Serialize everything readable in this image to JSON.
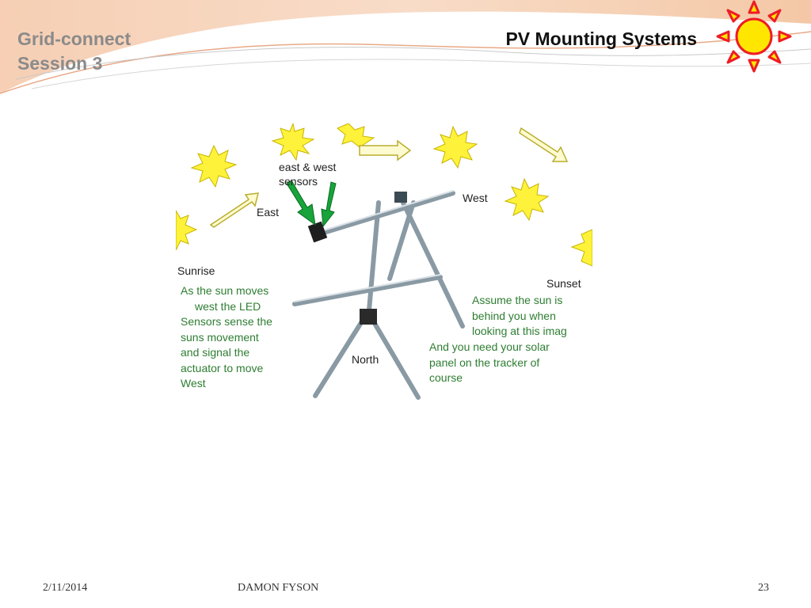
{
  "header": {
    "brand_line1": "Grid-connect",
    "brand_line2": "Session 3",
    "title": "PV Mounting Systems"
  },
  "figure": {
    "labels": {
      "sensors_line1": "east & west",
      "sensors_line2": "sensors",
      "east": "East",
      "west": "West",
      "sunrise": "Sunrise",
      "sunset": "Sunset",
      "north": "North"
    },
    "note_left": [
      "As the sun moves",
      "west  the LED",
      "Sensors sense the",
      "suns movement",
      "and signal the",
      "actuator to move",
      "West"
    ],
    "note_right_a": [
      "Assume the sun is",
      "behind you when",
      "looking at this imag"
    ],
    "note_right_b": [
      "And you need your solar",
      "panel on the tracker of",
      "course"
    ]
  },
  "footer": {
    "date": "2/11/2014",
    "author": "DAMON FYSON",
    "page": "23"
  },
  "colors": {
    "accent_band": "#f3c2a0",
    "sun_fill": "#ffe600",
    "sun_outline": "#ee1c24",
    "note_green": "#2e7d32"
  }
}
